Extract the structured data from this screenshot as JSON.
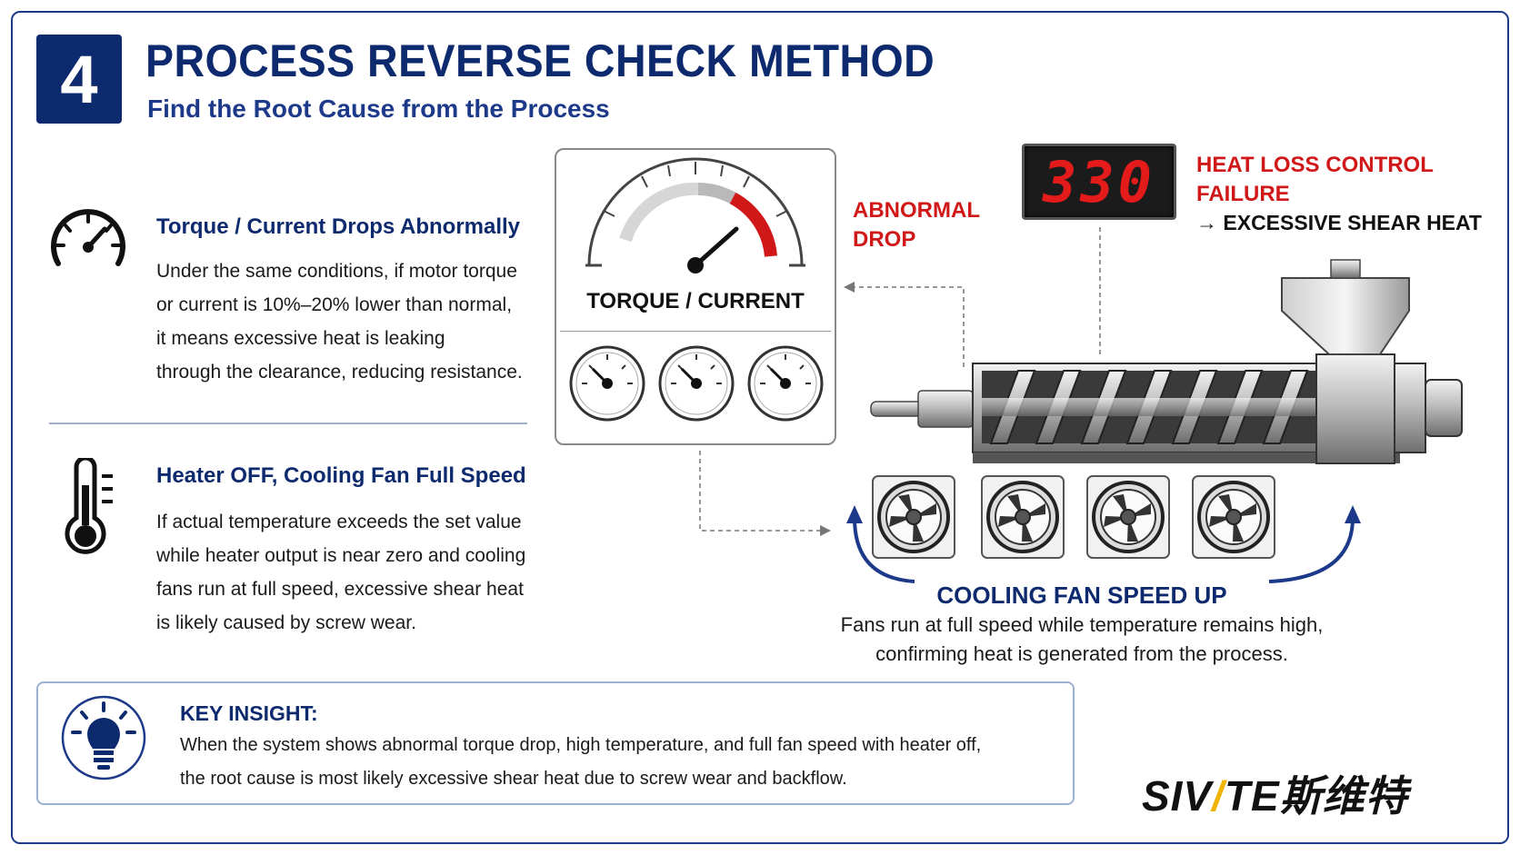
{
  "header": {
    "number": "4",
    "title": "PROCESS REVERSE CHECK METHOD",
    "subtitle": "Find the Root Cause from the Process"
  },
  "sections": [
    {
      "icon": "gauge-icon",
      "heading": "Torque / Current Drops Abnormally",
      "lines": [
        "Under the same conditions, if motor torque",
        "or current is 10%–20% lower than normal,",
        "it means excessive heat is leaking",
        "through the clearance, reducing resistance."
      ]
    },
    {
      "icon": "thermometer-icon",
      "heading": "Heater OFF, Cooling Fan Full Speed",
      "lines": [
        "If actual temperature exceeds the set value",
        "while heater output is near zero and cooling",
        "fans run at full speed, excessive shear heat",
        "is likely caused by screw wear."
      ]
    }
  ],
  "diagram": {
    "gauge_label": "TORQUE / CURRENT",
    "abnormal_drop": [
      "ABNORMAL",
      "DROP"
    ],
    "display_value": "330",
    "heat_loss": [
      "HEAT LOSS CONTROL",
      "FAILURE"
    ],
    "excessive_shear": "→ EXCESSIVE SHEAR HEAT",
    "cooling_heading": "COOLING FAN SPEED UP",
    "cooling_lines": [
      "Fans run at full speed while temperature remains high,",
      "confirming heat is generated from the process."
    ]
  },
  "insight": {
    "heading": "KEY INSIGHT:",
    "lines": [
      "When the system shows abnormal torque drop, high temperature, and full fan speed with heater off,",
      "the root cause is most likely excessive shear heat due to screw wear and backflow."
    ]
  },
  "logo": {
    "part1": "SIV",
    "accent": "/",
    "part2": "TE",
    "chinese": "斯维特"
  },
  "colors": {
    "primary": "#0e2a6e",
    "accent_red": "#d01818",
    "logo_yellow": "#f0b400"
  }
}
